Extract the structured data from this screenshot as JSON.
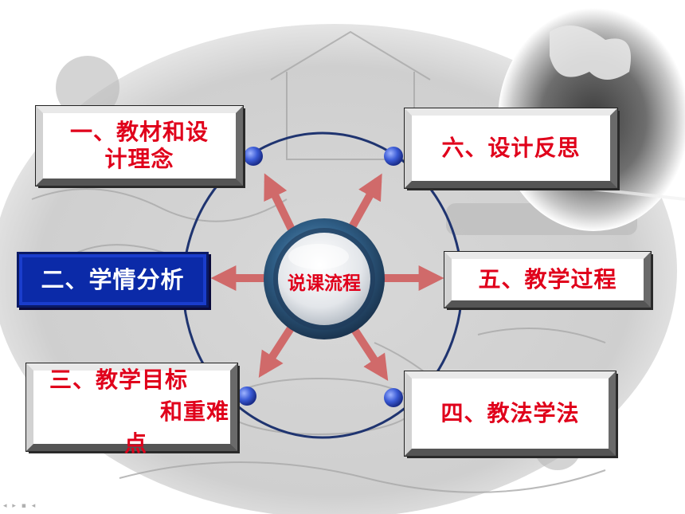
{
  "center": {
    "label": "说课流程"
  },
  "boxes": {
    "b1": {
      "line1": "一、教材和设",
      "line2": "计理念"
    },
    "b2": {
      "label": "二、学情分析"
    },
    "b3": {
      "line1": "三、教学目标",
      "line2": "和重难",
      "line3": "点"
    },
    "b4": {
      "label": "四、教法学法"
    },
    "b5": {
      "label": "五、教学过程"
    },
    "b6": {
      "label": "六、设计反思"
    }
  },
  "footer": {
    "nav": "◂ ▸ ▪ ◂"
  },
  "colors": {
    "label_red": "#e0001b",
    "highlight_blue": "#0b2aa8",
    "ring_navy": "#1f3470",
    "arrow": "#d06a6a",
    "node_blue": "#3b5bd6"
  }
}
